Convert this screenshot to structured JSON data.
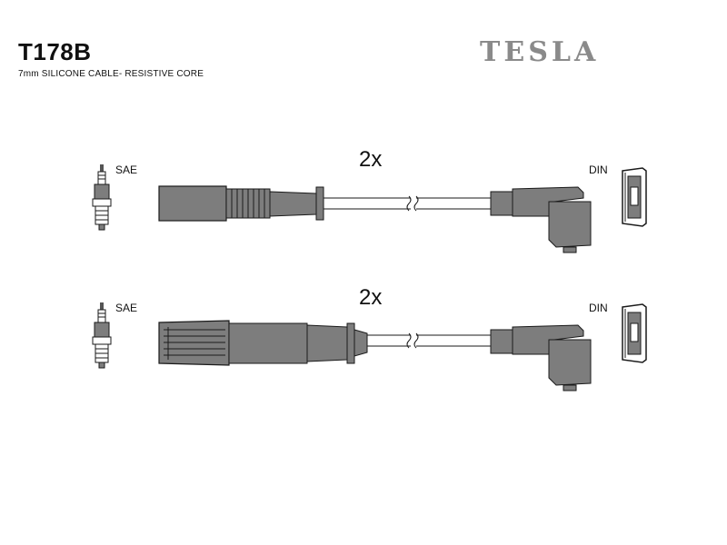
{
  "header": {
    "part_number": "T178B",
    "description": "7mm SILICONE CABLE- RESISTIVE CORE",
    "brand": "TESLA"
  },
  "rows": [
    {
      "multiplier": "2x",
      "left_label": "SAE",
      "right_label": "DIN"
    },
    {
      "multiplier": "2x",
      "left_label": "SAE",
      "right_label": "DIN"
    }
  ],
  "colors": {
    "part_fill": "#7d7d7d",
    "outline": "#1a1a1a",
    "brand": "#8a8a8a"
  }
}
